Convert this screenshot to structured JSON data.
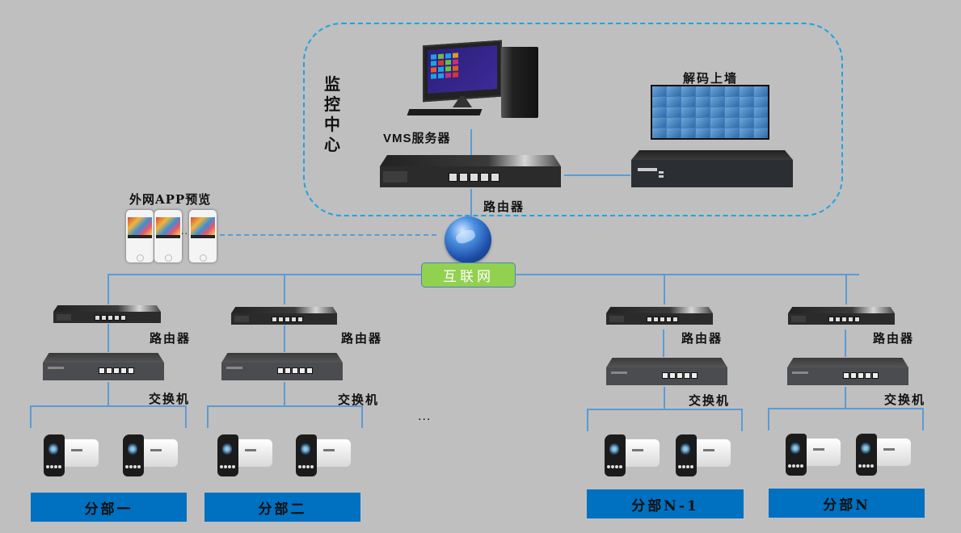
{
  "colors": {
    "background": "#bfbfbf",
    "connection_line": "#5b9bd5",
    "monitoring_frame": "#1fa3e0",
    "internet_badge": "#92d050",
    "branch_label_bg": "#0070c0"
  },
  "monitoring_center": {
    "title_chars": [
      "监",
      "控",
      "中",
      "心"
    ],
    "vms_server_label": "VMS服务器",
    "router_label": "路由器",
    "decoder_wall_label": "解码上墙"
  },
  "remote_app": {
    "label": "外网APP预览",
    "ellipsis": "..."
  },
  "internet": {
    "label": "互联网"
  },
  "branch_ellipsis": "...",
  "branches": [
    {
      "name": "分部一",
      "router_label": "路由器",
      "switch_label": "交换机",
      "camera_count": 2
    },
    {
      "name": "分部二",
      "router_label": "路由器",
      "switch_label": "交换机",
      "camera_count": 2
    },
    {
      "name": "分部N-1",
      "router_label": "路由器",
      "switch_label": "交换机",
      "camera_count": 2
    },
    {
      "name": "分部N",
      "router_label": "路由器",
      "switch_label": "交换机",
      "camera_count": 2
    }
  ]
}
